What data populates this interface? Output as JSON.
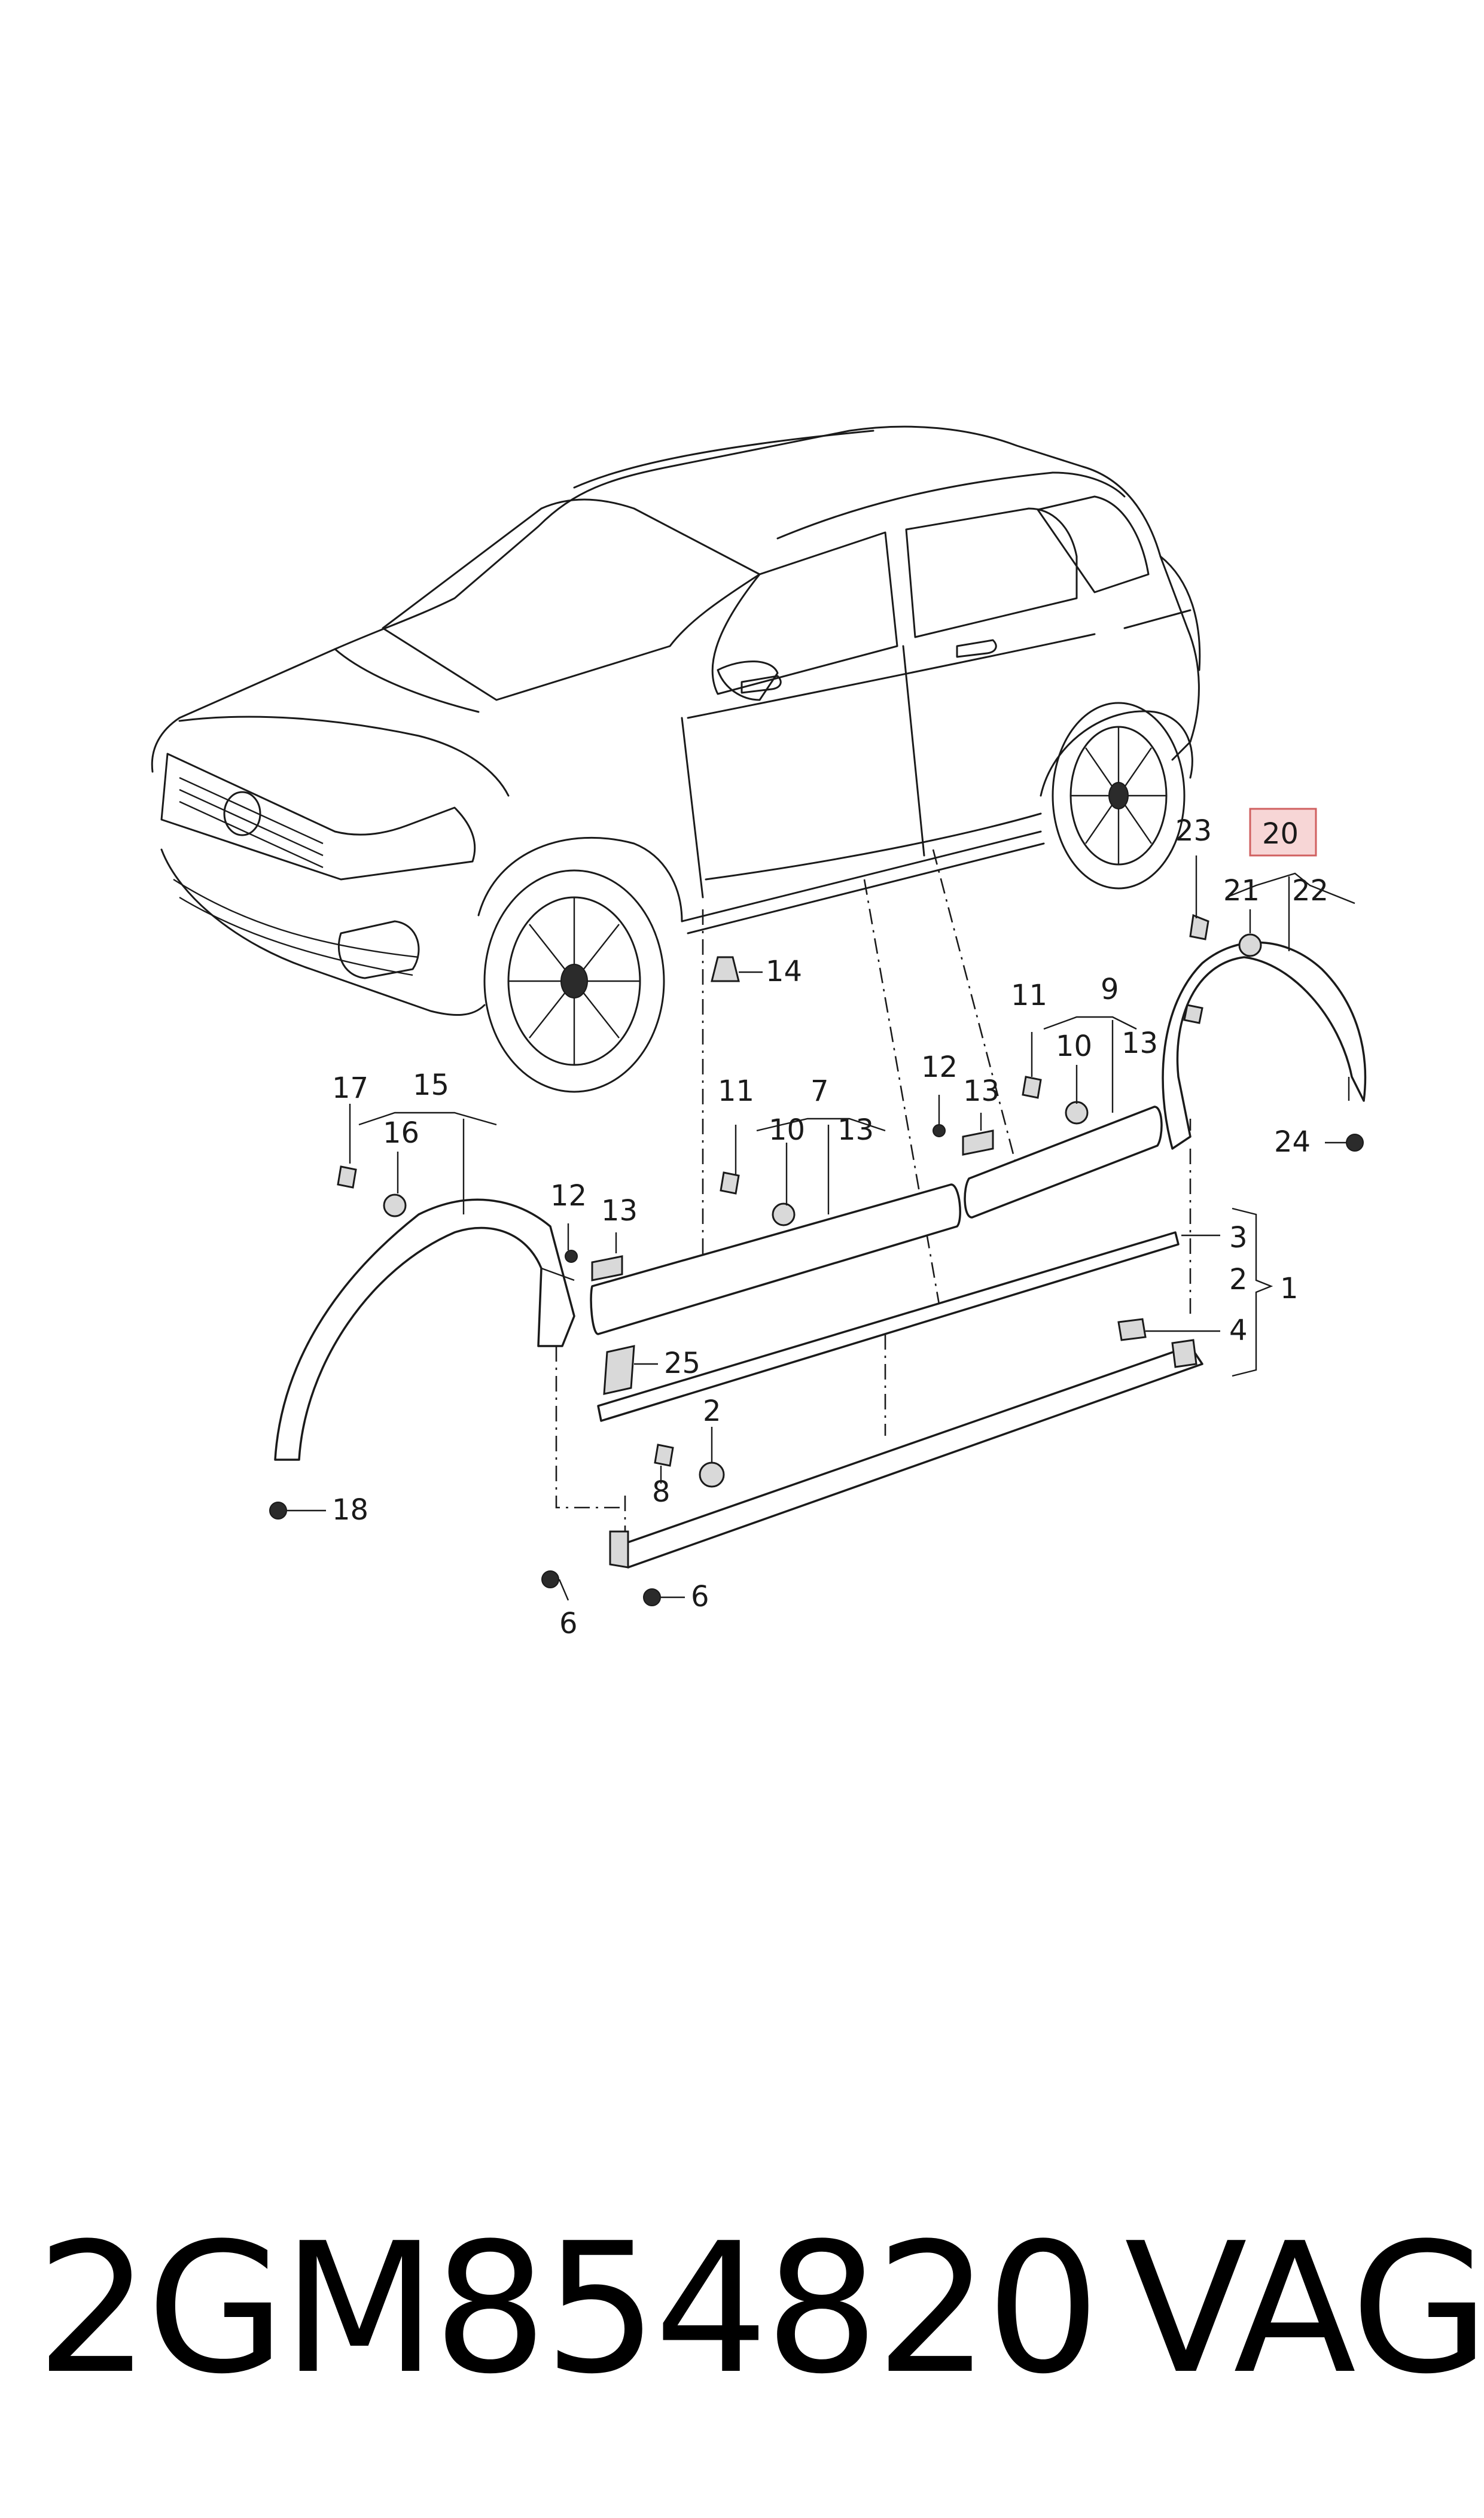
{
  "callouts": {
    "c1": "1",
    "c2a": "2",
    "c2b": "2",
    "c3": "3",
    "c4": "4",
    "c6a": "6",
    "c6b": "6",
    "c7": "7",
    "c8": "8",
    "c9": "9",
    "c10a": "10",
    "c10b": "10",
    "c11a": "11",
    "c11b": "11",
    "c12a": "12",
    "c12b": "12",
    "c13a": "13",
    "c13b": "13",
    "c13c": "13",
    "c13d": "13",
    "c14": "14",
    "c15": "15",
    "c16": "16",
    "c17": "17",
    "c18": "18",
    "c20": "20",
    "c21": "21",
    "c22": "22",
    "c23": "23",
    "c24": "24",
    "c25": "25"
  },
  "highlight": {
    "callout": "20",
    "fill": "#f7d6d6",
    "stroke": "#d06060"
  },
  "footer": {
    "part_number": "2GM854820",
    "brand": "VAG"
  }
}
